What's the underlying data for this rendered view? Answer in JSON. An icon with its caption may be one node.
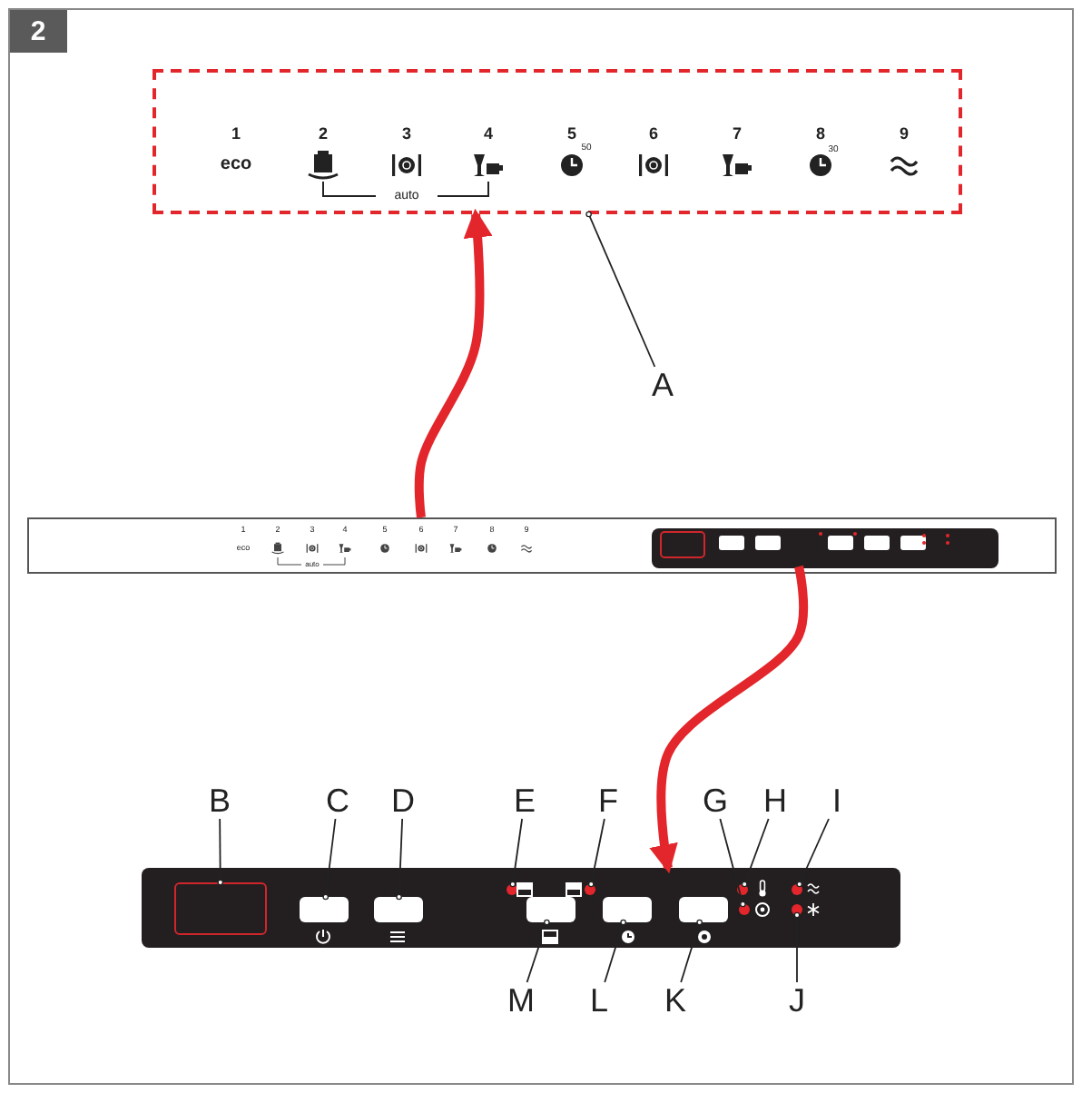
{
  "diagram": {
    "nodes": [
      {
        "text": [
          "2"
        ]
      },
      {
        "text": [],
        "shape": "box"
      },
      {
        "text": [
          "A"
        ]
      },
      {
        "text": [],
        "shape": "box"
      },
      {
        "text": [],
        "shape": "box",
        "in": 3
      },
      {
        "text": [],
        "shape": "box"
      },
      {
        "text": [],
        "shape": "box",
        "in": 5
      },
      {
        "text": [],
        "shape": "box",
        "in": 5
      },
      {
        "text": [],
        "shape": "box",
        "in": 5
      },
      {
        "text": [],
        "shape": "circle",
        "in": 5
      },
      {
        "text": [],
        "shape": "circle",
        "in": 5
      },
      {
        "text": [],
        "shape": "circle",
        "in": 5
      },
      {
        "text": [],
        "shape": "circle",
        "in": 5
      },
      {
        "text": [],
        "shape": "circle",
        "in": 5
      },
      {
        "text": [],
        "shape": "circle",
        "in": 5
      },
      {
        "text": [],
        "shape": "box",
        "in": 5
      },
      {
        "text": [],
        "shape": "box",
        "in": 5
      },
      {
        "text": [],
        "shape": "box",
        "in": 5
      },
      {
        "text": [
          "B"
        ]
      },
      {
        "text": [
          "C"
        ]
      },
      {
        "text": [
          "D"
        ]
      },
      {
        "text": [
          "E"
        ]
      },
      {
        "text": [
          "F"
        ]
      },
      {
        "text": [
          "G"
        ]
      },
      {
        "text": [
          "H"
        ]
      },
      {
        "text": [
          "I"
        ]
      },
      {
        "text": [
          "J"
        ]
      },
      {
        "text": [
          "M"
        ]
      },
      {
        "text": [
          "L"
        ]
      },
      {
        "text": [
          "K"
        ]
      }
    ],
    "edges": [
      {
        "from": 3,
        "to": 1,
        "arrow": "to",
        "style": "thick",
        "color": "#e3262b"
      },
      {
        "from": 4,
        "to": 5,
        "arrow": "to",
        "style": "thick",
        "color": "#e3262b"
      },
      {
        "from": 2,
        "to": 1,
        "arrow": "other"
      },
      {
        "from": 18,
        "to": 6,
        "arrow": "other"
      },
      {
        "from": 19,
        "to": 7,
        "arrow": "other"
      },
      {
        "from": 20,
        "to": 8,
        "arrow": "other"
      },
      {
        "from": 21,
        "to": 9,
        "arrow": "other"
      },
      {
        "from": 22,
        "to": 10,
        "arrow": "other"
      },
      {
        "from": 23,
        "to": 11,
        "arrow": "other"
      },
      {
        "from": 24,
        "to": 12,
        "arrow": "other"
      },
      {
        "from": 25,
        "to": 13,
        "arrow": "other"
      },
      {
        "from": 26,
        "to": 14,
        "arrow": "other"
      },
      {
        "from": 27,
        "to": 15,
        "arrow": "other"
      },
      {
        "from": 28,
        "to": 16,
        "arrow": "other"
      },
      {
        "from": 29,
        "to": 17,
        "arrow": "other"
      }
    ],
    "labels": [
      "1",
      "2",
      "3",
      "4",
      "5",
      "6",
      "7",
      "8",
      "9",
      "50",
      "eco",
      "30",
      "auto",
      "1",
      "2",
      "3",
      "4",
      "5",
      "6",
      "7",
      "8",
      "9",
      "eco",
      "auto"
    ]
  }
}
